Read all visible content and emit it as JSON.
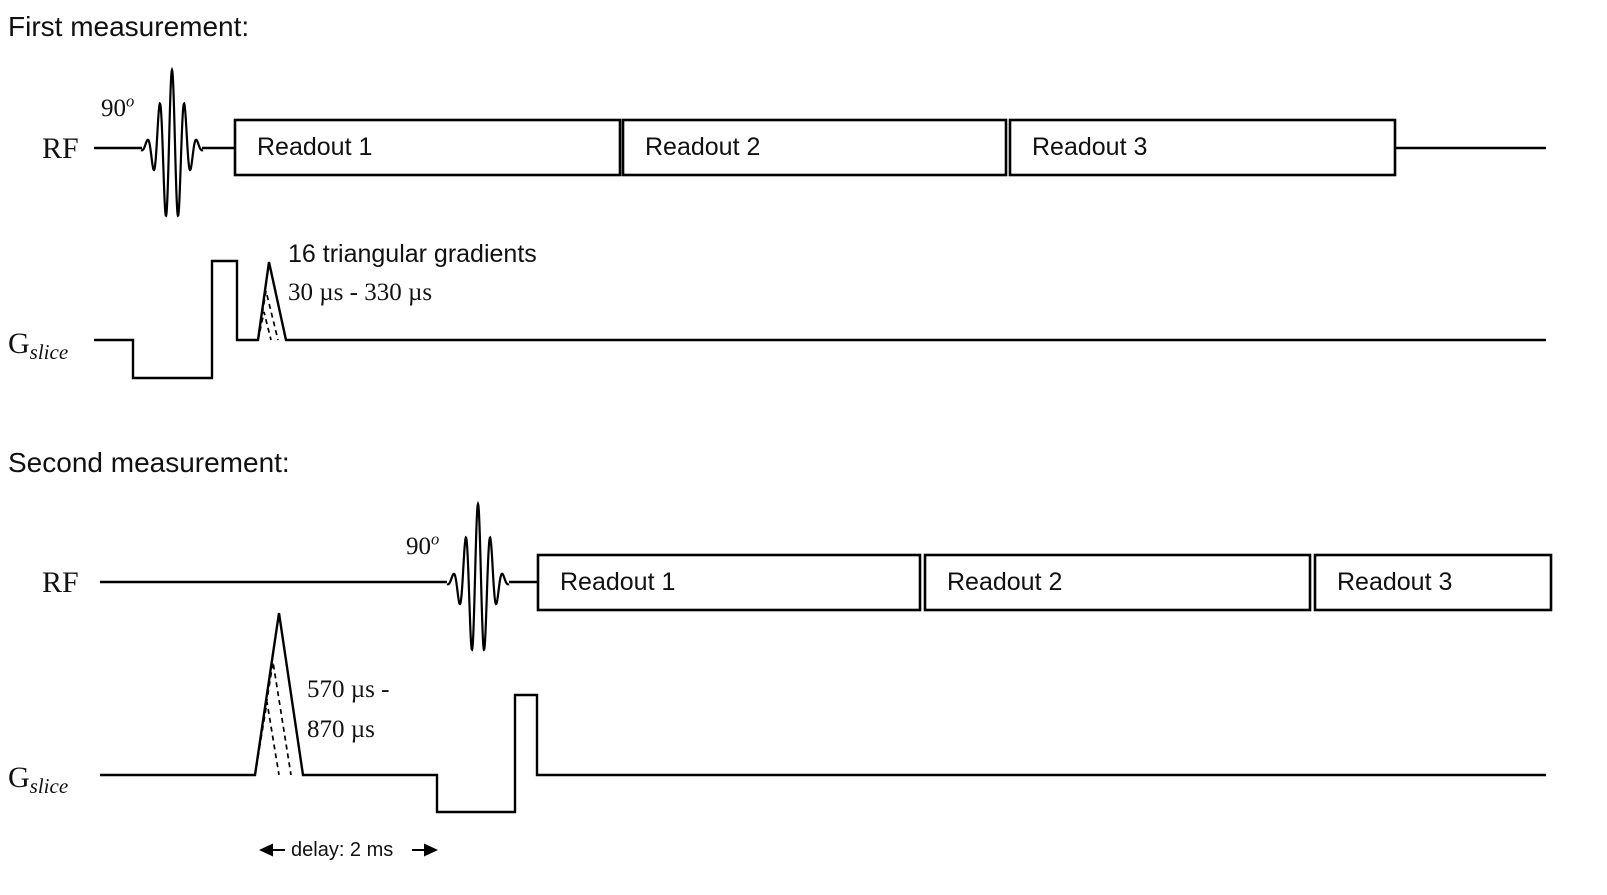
{
  "first": {
    "title": "First measurement:",
    "rf_label": "RF",
    "flip_angle": "90",
    "flip_angle_sup": "o",
    "readouts": [
      "Readout 1",
      "Readout 2",
      "Readout 3"
    ],
    "gslice_main": "G",
    "gslice_sub": "slice",
    "note_line1": "16 triangular gradients",
    "note_line2": "30 µs - 330 µs"
  },
  "second": {
    "title": "Second measurement:",
    "rf_label": "RF",
    "flip_angle": "90",
    "flip_angle_sup": "o",
    "readouts": [
      "Readout 1",
      "Readout 2",
      "Readout 3"
    ],
    "gslice_main": "G",
    "gslice_sub": "slice",
    "note_line1": "570 µs -",
    "note_line2": "870 µs",
    "delay_label": "delay: 2 ms"
  },
  "colors": {
    "ink": "#000000",
    "background": "#ffffff"
  }
}
